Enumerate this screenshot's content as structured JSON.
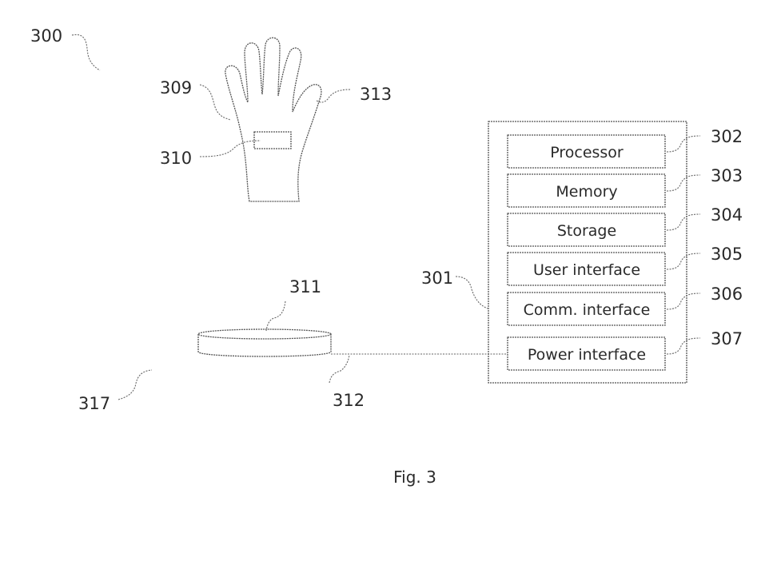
{
  "figure": {
    "caption": "Fig. 3",
    "system_ref": "300",
    "glove": {
      "ref": "309",
      "sensor_ref": "310",
      "finger_ref": "313"
    },
    "pad": {
      "ref": "311",
      "cable_ref": "312",
      "area_ref": "317"
    },
    "device": {
      "ref": "301",
      "components": [
        {
          "label": "Processor",
          "ref": "302"
        },
        {
          "label": "Memory",
          "ref": "303"
        },
        {
          "label": "Storage",
          "ref": "304"
        },
        {
          "label": "User interface",
          "ref": "305"
        },
        {
          "label": "Comm. interface",
          "ref": "306"
        },
        {
          "label": "Power interface",
          "ref": "307"
        }
      ]
    }
  }
}
